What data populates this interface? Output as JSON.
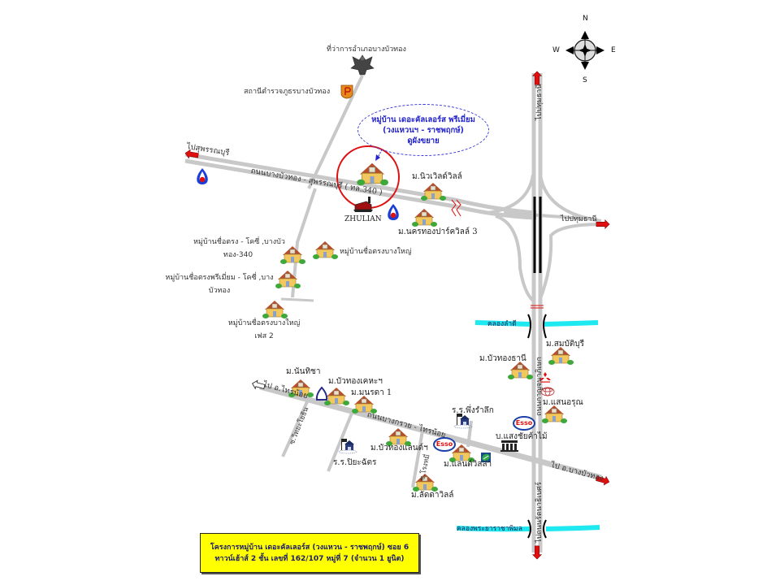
{
  "compass": {
    "n": "N",
    "s": "S",
    "e": "E",
    "w": "W"
  },
  "callout": {
    "line1": "หมู่บ้าน เดอะคัลเลอร์ส พรีเมี่ยม",
    "line2": "(วงแหวนฯ - ราชพฤกษ์)",
    "line3": "ดูผังขยาย"
  },
  "landmarks": {
    "district_office": "ที่ว่าการอำเภอบางบัวทอง",
    "police_station": "สถานีตำรวจภูธรบางบัวทอง",
    "zhulian": "ZHULIAN",
    "niwat_ville": "ม.นิวเวิลด์วิลล์",
    "nakhon_thong": "ม.นครทองปาร์ควิลล์ 3",
    "chuetrong_cozy_1": "หมู่บ้านชื่อตรง - โคซี่ ,บางบัว",
    "chuetrong_cozy_2": "ทอง-340",
    "chuetrong_bangyai": "หมู่บ้านชื่อตรงบางใหญ่",
    "chuetrong_premium_1": "หมู่บ้านชื่อตรงพรีเมี่ยม - โคซี่ ,บาง",
    "chuetrong_premium_2": "บัวทอง",
    "chuetrong_phase2_1": "หมู่บ้านชื่อตรงบางใหญ่",
    "chuetrong_phase2_2": "เฟส 2",
    "khlong_lam": "คลองลำดี",
    "sombat_buri": "ม.สมบัติบุรี",
    "buathong_thani": "ม.บัวทองธานี",
    "saen_arun": "ม.แสนอรุณ",
    "nanthisa": "ม.นันทิชา",
    "buathong_khaha": "ม.บัวทองเคหะฯ",
    "monrada": "ม.มนรดา 1",
    "school_phueng": "ร.ร.พึ่งรำลึก",
    "saeng_charoen": "บ.แสงชัยค้าไม้",
    "school_piya": "ร.ร.ปิยะฉัตร",
    "buathong_land": "ม.บัวทองแลนด์ฯ",
    "land_villa": "ม.แลนด์วิลล่า",
    "lada_ville": "ม.ลัดดาวิลล์",
    "khlong_phraya": "คลองพระยาราชาพิมล",
    "esso": "Esso"
  },
  "roads": {
    "to_suphan": "ไปสุพรรณบุรี",
    "road_340": "ถนนบางบัวทอง - สุพรรณบุรี ( ทล.340 )",
    "to_pathum_n": "ไปปทุมธานี",
    "to_pathum_e": "ไปปทุมธานี",
    "kanchana": "ถนนกาญจนาภิเษก",
    "to_rattana": "ไปถนนรัตนาธิเบศร์",
    "to_sainoi": "ไป อ.ไทรน้อย",
    "bangkruai_sainoi": "ถนนบางกรวย - ไทรน้อย",
    "to_bangbuathong": "ไป อ.บางบัวทอง",
    "soi_wiyayothin": "ซ.วิทยะโยธิน",
    "soi_khokmai": "ซ.โรงหมี่"
  },
  "footer": {
    "line1": "โครงการหมู่บ้าน เดอะคัลเลอร์ส  (วงแหวน - ราชพฤกษ์) ซอย 6",
    "line2": "ทาวน์เฮ้าส์ 2 ชั้น เลขที่ 162/107 หมู่ที่ 7 (จำนวน 1 ยูนิต)"
  },
  "colors": {
    "road": "#c8c8c8",
    "canal": "#1ee8f0",
    "arrow": "#e01010",
    "highlight_circle": "#dd1111",
    "callout": "#3b3bd8",
    "footer_bg": "#ffff00"
  }
}
